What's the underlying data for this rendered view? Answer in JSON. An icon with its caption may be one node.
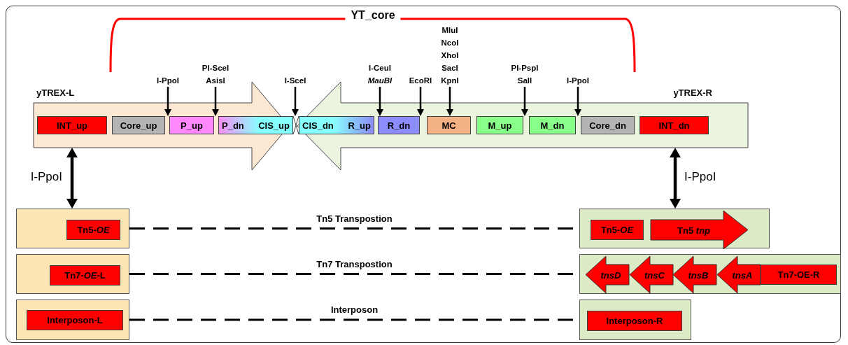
{
  "diagram": {
    "nodes": [
      {
        "text": [
          "yTREX-L"
        ]
      },
      {
        "text": [
          "INT_up"
        ],
        "in": 0
      },
      {
        "text": [
          "Core_up"
        ],
        "in": 0
      },
      {
        "text": [
          "P_up"
        ],
        "in": 0
      },
      {
        "text": [
          "P_dn",
          "CIS_up"
        ],
        "in": 0
      },
      {
        "text": [
          "yTREX-R"
        ]
      },
      {
        "text": [
          "CIS_dn",
          "R_up"
        ],
        "in": 5
      },
      {
        "text": [
          "R_dn"
        ],
        "in": 5
      },
      {
        "text": [
          "MC"
        ],
        "in": 5
      },
      {
        "text": [
          "M_up"
        ],
        "in": 5
      },
      {
        "text": [
          "M_dn"
        ],
        "in": 5
      },
      {
        "text": [
          "Core_dn"
        ],
        "in": 5
      },
      {
        "text": [
          "INT_dn"
        ],
        "in": 5
      },
      {
        "text": [
          "I-PpoI"
        ]
      },
      {
        "text": [
          "PI-SceI AsisI"
        ]
      },
      {
        "text": [
          "I-SceI"
        ]
      },
      {
        "text": [
          "I-CeuI *MauBI*"
        ]
      },
      {
        "text": [
          "EcoRI"
        ]
      },
      {
        "text": [
          "MluI NcoI XhoI SacI KpnI"
        ]
      },
      {
        "text": [
          "PI-PspI SalI"
        ]
      },
      {
        "text": [
          "I-PpoI"
        ]
      },
      {
        "text": [],
        "shape": "box"
      },
      {
        "text": [
          "Tn5-*OE*"
        ],
        "in": 21
      },
      {
        "text": [],
        "shape": "box"
      },
      {
        "text": [
          "Tn7-*OE*-L"
        ],
        "in": 23
      },
      {
        "text": [],
        "shape": "box"
      },
      {
        "text": [
          "Interposon-L"
        ],
        "in": 25
      },
      {
        "text": [],
        "shape": "box"
      },
      {
        "text": [
          "Tn5-*OE*"
        ],
        "in": 27
      },
      {
        "text": [
          "Tn5 *tnp*"
        ],
        "in": 27
      },
      {
        "text": [],
        "shape": "box"
      },
      {
        "text": [
          "tnsD"
        ],
        "in": 30
      },
      {
        "text": [
          "tnsC"
        ],
        "in": 30
      },
      {
        "text": [
          "tnsB"
        ],
        "in": 30
      },
      {
        "text": [
          "tnsA"
        ],
        "in": 30
      },
      {
        "text": [
          "Tn7-OE-R"
        ],
        "in": 30
      },
      {
        "text": [],
        "shape": "box"
      },
      {
        "text": [
          "Interposon-R"
        ],
        "in": 36
      }
    ],
    "edges": [
      {
        "from": 13,
        "to": 3,
        "arrow": "to"
      },
      {
        "from": 14,
        "to": 3,
        "arrow": "to"
      },
      {
        "from": 15,
        "to": 4,
        "arrow": "to"
      },
      {
        "from": 16,
        "to": 7,
        "arrow": "to"
      },
      {
        "from": 17,
        "to": 7,
        "arrow": "to"
      },
      {
        "from": 18,
        "to": 8,
        "arrow": "to"
      },
      {
        "from": 19,
        "to": 9,
        "arrow": "to"
      },
      {
        "from": 20,
        "to": 10,
        "arrow": "to"
      },
      {
        "from": 0,
        "to": 21,
        "arrow": "both",
        "label": "I-PpoI",
        "style": "thick"
      },
      {
        "from": 5,
        "to": 27,
        "arrow": "both",
        "label": "I-PpoI",
        "style": "thick"
      },
      {
        "from": 21,
        "to": 27,
        "arrow": "none",
        "label": "Tn5 Transpostion",
        "style": "dashed"
      },
      {
        "from": 23,
        "to": 30,
        "arrow": "none",
        "label": "Tn7 Transpostion",
        "style": "dashed"
      },
      {
        "from": 25,
        "to": 36,
        "arrow": "none",
        "label": "Interposon",
        "style": "dashed"
      },
      {
        "from": 4,
        "to": 6,
        "arrow": "none"
      }
    ],
    "labels": [
      "YT_core"
    ]
  }
}
